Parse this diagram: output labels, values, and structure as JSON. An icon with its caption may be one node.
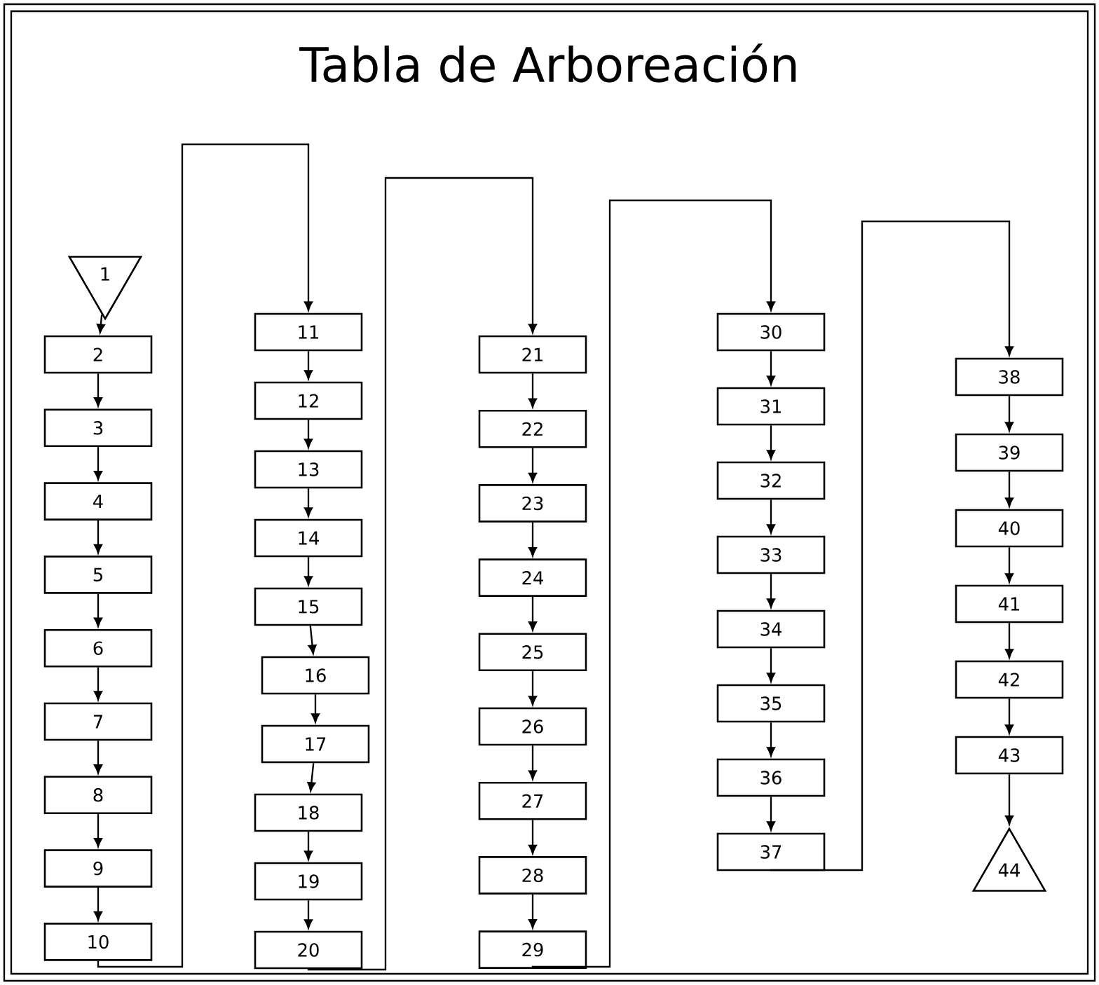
{
  "diagram": {
    "title": "Tabla de Arboreación",
    "nodes": [
      {
        "text": [
          "1"
        ]
      },
      {
        "text": [
          "2"
        ]
      },
      {
        "text": [
          "3"
        ]
      },
      {
        "text": [
          "4"
        ]
      },
      {
        "text": [
          "5"
        ]
      },
      {
        "text": [
          "6"
        ]
      },
      {
        "text": [
          "7"
        ]
      },
      {
        "text": [
          "8"
        ]
      },
      {
        "text": [
          "9"
        ]
      },
      {
        "text": [
          "10"
        ]
      },
      {
        "text": [
          "11"
        ]
      },
      {
        "text": [
          "12"
        ]
      },
      {
        "text": [
          "13"
        ]
      },
      {
        "text": [
          "14"
        ]
      },
      {
        "text": [
          "15"
        ]
      },
      {
        "text": [
          "16"
        ]
      },
      {
        "text": [
          "17"
        ]
      },
      {
        "text": [
          "18"
        ]
      },
      {
        "text": [
          "19"
        ]
      },
      {
        "text": [
          "20"
        ]
      },
      {
        "text": [
          "21"
        ]
      },
      {
        "text": [
          "22"
        ]
      },
      {
        "text": [
          "23"
        ]
      },
      {
        "text": [
          "24"
        ]
      },
      {
        "text": [
          "25"
        ]
      },
      {
        "text": [
          "26"
        ]
      },
      {
        "text": [
          "27"
        ]
      },
      {
        "text": [
          "28"
        ]
      },
      {
        "text": [
          "29"
        ]
      },
      {
        "text": [
          "30"
        ]
      },
      {
        "text": [
          "31"
        ]
      },
      {
        "text": [
          "32"
        ]
      },
      {
        "text": [
          "33"
        ]
      },
      {
        "text": [
          "34"
        ]
      },
      {
        "text": [
          "35"
        ]
      },
      {
        "text": [
          "36"
        ]
      },
      {
        "text": [
          "37"
        ]
      },
      {
        "text": [
          "38"
        ]
      },
      {
        "text": [
          "39"
        ]
      },
      {
        "text": [
          "40"
        ]
      },
      {
        "text": [
          "41"
        ]
      },
      {
        "text": [
          "42"
        ]
      },
      {
        "text": [
          "43"
        ]
      },
      {
        "text": [
          "44"
        ]
      }
    ],
    "edges": [
      {
        "from": 0,
        "to": 1,
        "arrow": "to"
      },
      {
        "from": 1,
        "to": 2,
        "arrow": "to"
      },
      {
        "from": 2,
        "to": 3,
        "arrow": "to"
      },
      {
        "from": 3,
        "to": 4,
        "arrow": "to"
      },
      {
        "from": 4,
        "to": 5,
        "arrow": "to"
      },
      {
        "from": 5,
        "to": 6,
        "arrow": "to"
      },
      {
        "from": 6,
        "to": 7,
        "arrow": "to"
      },
      {
        "from": 7,
        "to": 8,
        "arrow": "to"
      },
      {
        "from": 8,
        "to": 9,
        "arrow": "to"
      },
      {
        "from": 9,
        "to": 10,
        "arrow": "to"
      },
      {
        "from": 10,
        "to": 11,
        "arrow": "to"
      },
      {
        "from": 11,
        "to": 12,
        "arrow": "to"
      },
      {
        "from": 12,
        "to": 13,
        "arrow": "to"
      },
      {
        "from": 13,
        "to": 14,
        "arrow": "to"
      },
      {
        "from": 14,
        "to": 15,
        "arrow": "to"
      },
      {
        "from": 15,
        "to": 16,
        "arrow": "to"
      },
      {
        "from": 16,
        "to": 17,
        "arrow": "to"
      },
      {
        "from": 17,
        "to": 18,
        "arrow": "to"
      },
      {
        "from": 18,
        "to": 19,
        "arrow": "to"
      },
      {
        "from": 19,
        "to": 20,
        "arrow": "to"
      },
      {
        "from": 20,
        "to": 21,
        "arrow": "to"
      },
      {
        "from": 21,
        "to": 22,
        "arrow": "to"
      },
      {
        "from": 22,
        "to": 23,
        "arrow": "to"
      },
      {
        "from": 23,
        "to": 24,
        "arrow": "to"
      },
      {
        "from": 24,
        "to": 25,
        "arrow": "to"
      },
      {
        "from": 25,
        "to": 26,
        "arrow": "to"
      },
      {
        "from": 26,
        "to": 27,
        "arrow": "to"
      },
      {
        "from": 27,
        "to": 28,
        "arrow": "to"
      },
      {
        "from": 28,
        "to": 29,
        "arrow": "to"
      },
      {
        "from": 29,
        "to": 30,
        "arrow": "to"
      },
      {
        "from": 30,
        "to": 31,
        "arrow": "to"
      },
      {
        "from": 31,
        "to": 32,
        "arrow": "to"
      },
      {
        "from": 32,
        "to": 33,
        "arrow": "to"
      },
      {
        "from": 33,
        "to": 34,
        "arrow": "to"
      },
      {
        "from": 34,
        "to": 35,
        "arrow": "to"
      },
      {
        "from": 35,
        "to": 36,
        "arrow": "to"
      },
      {
        "from": 36,
        "to": 37,
        "arrow": "to"
      },
      {
        "from": 37,
        "to": 38,
        "arrow": "to"
      },
      {
        "from": 38,
        "to": 39,
        "arrow": "to"
      },
      {
        "from": 39,
        "to": 40,
        "arrow": "to"
      },
      {
        "from": 40,
        "to": 41,
        "arrow": "to"
      },
      {
        "from": 41,
        "to": 42,
        "arrow": "to"
      },
      {
        "from": 42,
        "to": 43,
        "arrow": "to"
      }
    ]
  }
}
